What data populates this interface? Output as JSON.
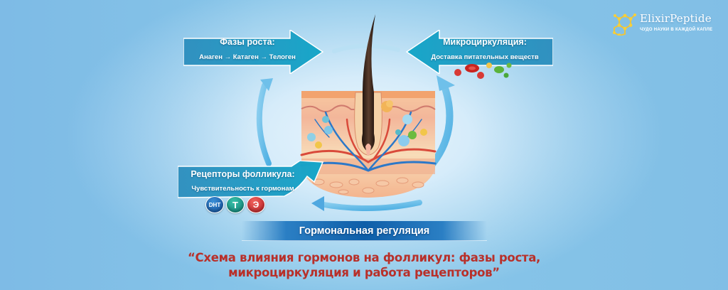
{
  "brand": {
    "name": "ElixirPeptide",
    "tagline": "ЧУДО НАУКИ В КАЖДОЙ КАПЛЕ",
    "logo_icon": "molecule-hexagon-icon"
  },
  "diagram": {
    "growth_phases": {
      "title": "Фазы роста:",
      "subtitle": "Анаген → Катаген → Телоген",
      "direction": "right"
    },
    "microcirculation": {
      "title": "Микроциркуляция:",
      "subtitle": "Доставка питательных веществ",
      "direction": "left"
    },
    "receptors": {
      "title": "Рецепторы фолликула:",
      "subtitle": "Чувствительность к гормонам",
      "direction": "up-right",
      "hormones": [
        {
          "label": "DHT",
          "color": "#1a5ea8"
        },
        {
          "label": "Т",
          "color": "#12907f"
        },
        {
          "label": "Э",
          "color": "#cf2a2e"
        }
      ]
    },
    "center_illustration": "hair-follicle-skin-cross-section",
    "cycle": "circular-arrows",
    "regulation_label": "Гормональная регуляция"
  },
  "caption": {
    "line1": "“Схема влияния гормонов на фолликул: фазы роста,",
    "line2": "микроциркуляция и работа рецепторов”"
  },
  "colors": {
    "banner": "#1a9fc4",
    "banner_dark": "#137fae",
    "regulation_bar": "#0e5ea8",
    "caption": "#b8302a",
    "background": "#a9d6f0"
  }
}
